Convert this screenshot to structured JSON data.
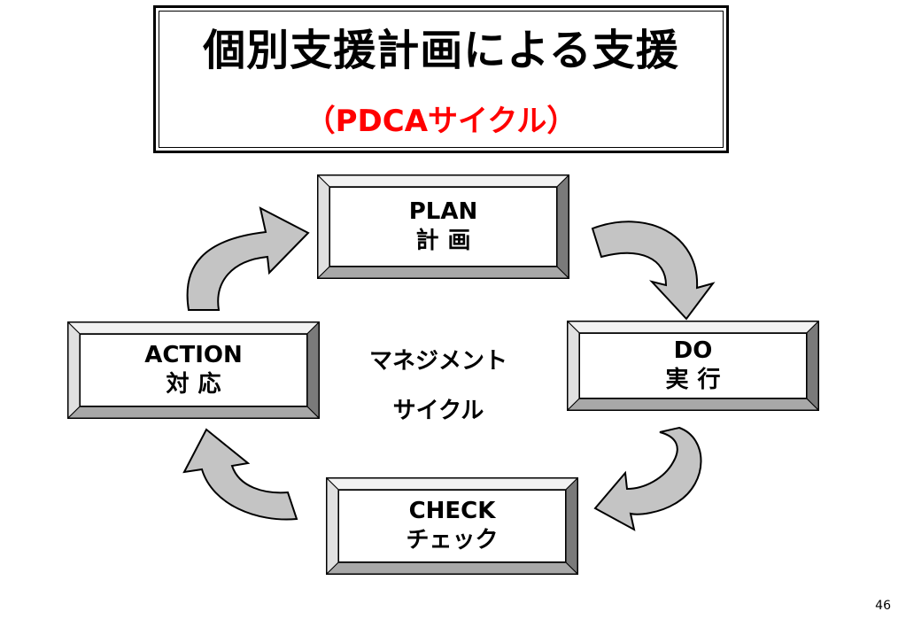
{
  "title": {
    "main": "個別支援計画による支援",
    "sub": "（PDCAサイクル）",
    "sub_color": "#ff0000"
  },
  "stages": {
    "plan": {
      "en": "PLAN",
      "ja": "計画"
    },
    "do": {
      "en": "DO",
      "ja": "実行"
    },
    "check": {
      "en": "CHECK",
      "ja": "チェック"
    },
    "action": {
      "en": "ACTION",
      "ja": "対応"
    }
  },
  "center": {
    "line1": "マネジメント",
    "line2": "サイクル"
  },
  "colors": {
    "arrow_fill": "#c4c4c4",
    "bevel": "#c9c9c9"
  },
  "page_number": "46"
}
